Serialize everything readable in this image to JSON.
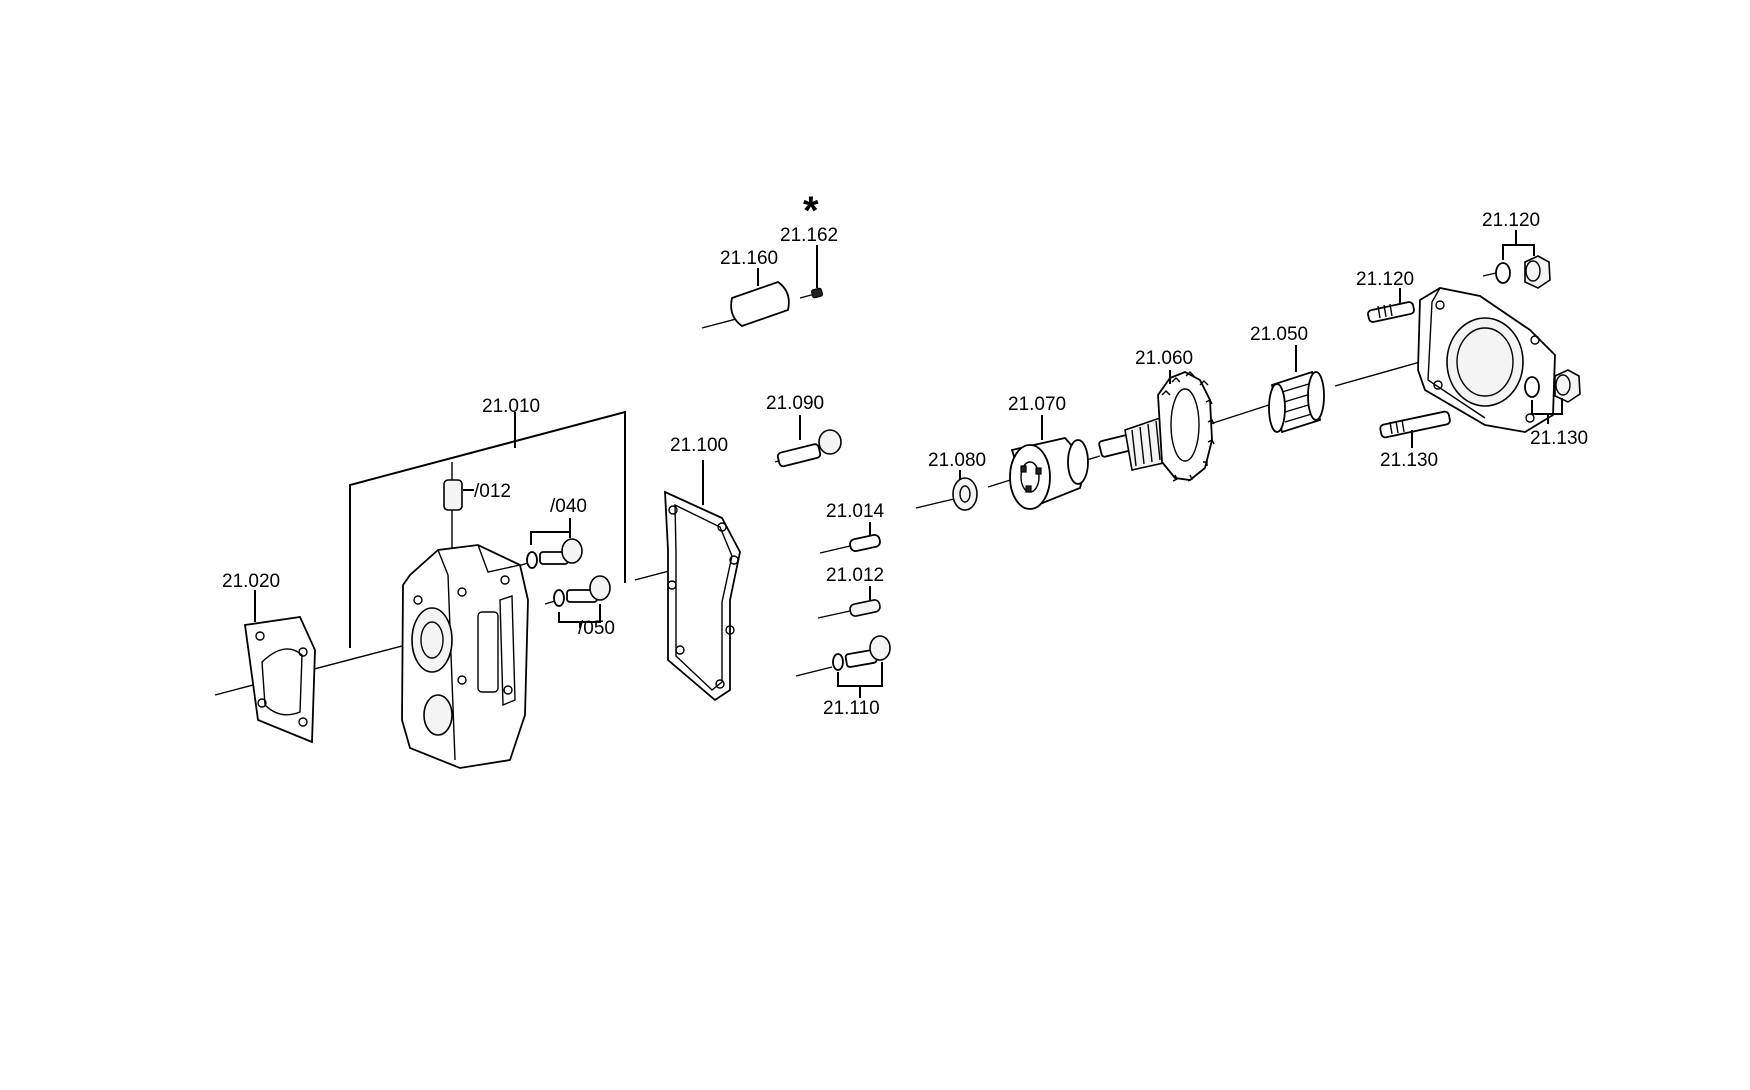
{
  "diagram": {
    "marker": "*",
    "labels": {
      "p21_010": "21.010",
      "p21_012_sub": "/012",
      "p21_040_sub": "/040",
      "p21_050_sub": "/050",
      "p21_020": "21.020",
      "p21_100": "21.100",
      "p21_090": "21.090",
      "p21_014": "21.014",
      "p21_012": "21.012",
      "p21_110": "21.110",
      "p21_080": "21.080",
      "p21_070": "21.070",
      "p21_060": "21.060",
      "p21_050": "21.050",
      "p21_160": "21.160",
      "p21_162": "21.162",
      "p21_120_a": "21.120",
      "p21_120_b": "21.120",
      "p21_130_a": "21.130",
      "p21_130_b": "21.130"
    }
  }
}
